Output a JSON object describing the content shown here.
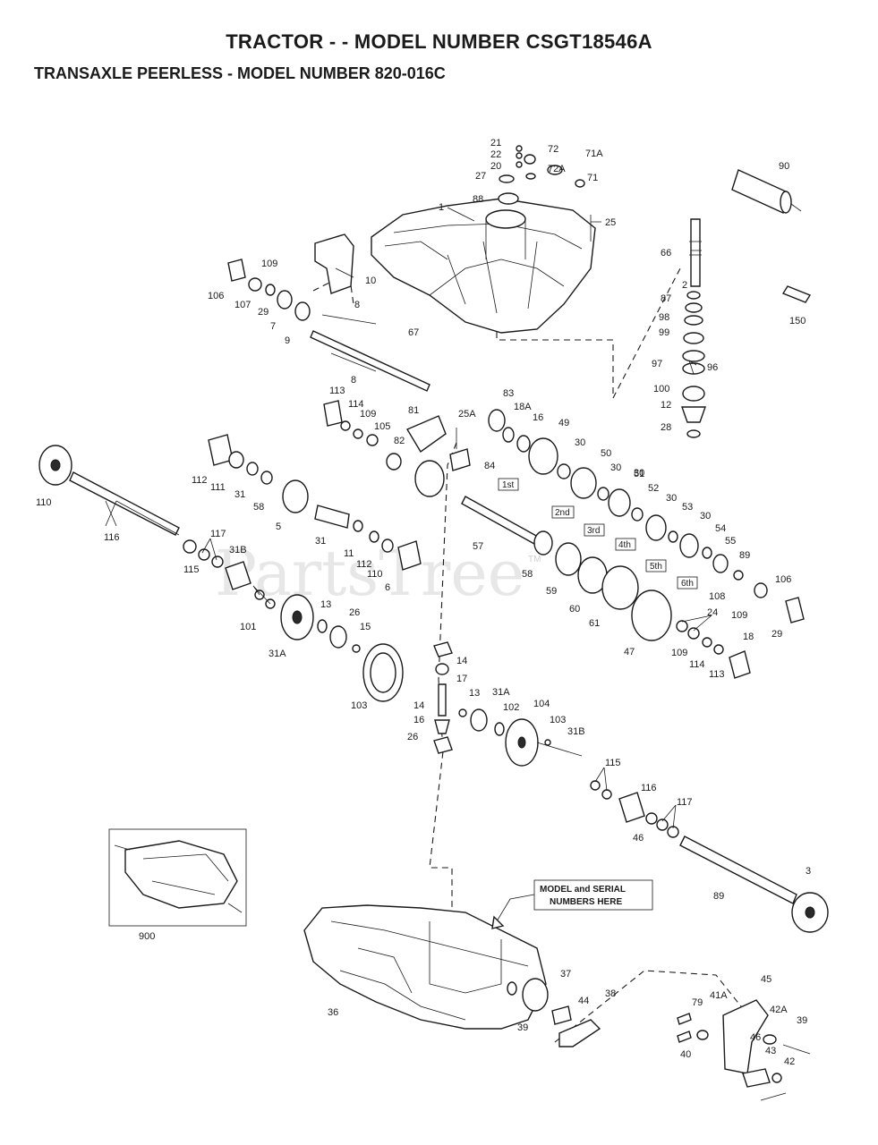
{
  "header": {
    "title": "TRACTOR - - MODEL NUMBER CSGT18546A",
    "subtitle": "TRANSAXLE PEERLESS - MODEL NUMBER  820-016C"
  },
  "watermark": {
    "text": "PartsTree",
    "tm": "TM"
  },
  "serial_note": {
    "line1": "MODEL and SERIAL",
    "line2": "NUMBERS HERE"
  },
  "gear_labels": [
    "1st",
    "2nd",
    "3rd",
    "4th",
    "5th",
    "6th"
  ],
  "inset_label": "900",
  "callouts": [
    "21",
    "22",
    "72",
    "20",
    "71A",
    "27",
    "72A",
    "71",
    "88",
    "90",
    "1",
    "25",
    "66",
    "150",
    "109",
    "106",
    "107",
    "29",
    "7",
    "9",
    "10",
    "8",
    "67",
    "8",
    "2",
    "87",
    "98",
    "99",
    "97",
    "96",
    "100",
    "12",
    "28",
    "113",
    "114",
    "109",
    "105",
    "81",
    "25A",
    "83",
    "18A",
    "16",
    "49",
    "82",
    "84",
    "30",
    "50",
    "30",
    "51",
    "30",
    "52",
    "30",
    "53",
    "30",
    "54",
    "55",
    "89",
    "110",
    "112",
    "111",
    "31",
    "58",
    "5",
    "31",
    "11",
    "112",
    "110",
    "6",
    "57",
    "58",
    "59",
    "60",
    "61",
    "47",
    "116",
    "117",
    "115",
    "31B",
    "101",
    "31A",
    "13",
    "26",
    "15",
    "103",
    "108",
    "109",
    "106",
    "29",
    "24",
    "109",
    "114",
    "113",
    "18",
    "14",
    "17",
    "14",
    "16",
    "26",
    "13",
    "31A",
    "102",
    "104",
    "103",
    "31B",
    "115",
    "116",
    "117",
    "46",
    "89",
    "3",
    "36",
    "37",
    "44",
    "38",
    "39",
    "79",
    "41A",
    "45",
    "42A",
    "39",
    "40",
    "46",
    "43",
    "42"
  ]
}
